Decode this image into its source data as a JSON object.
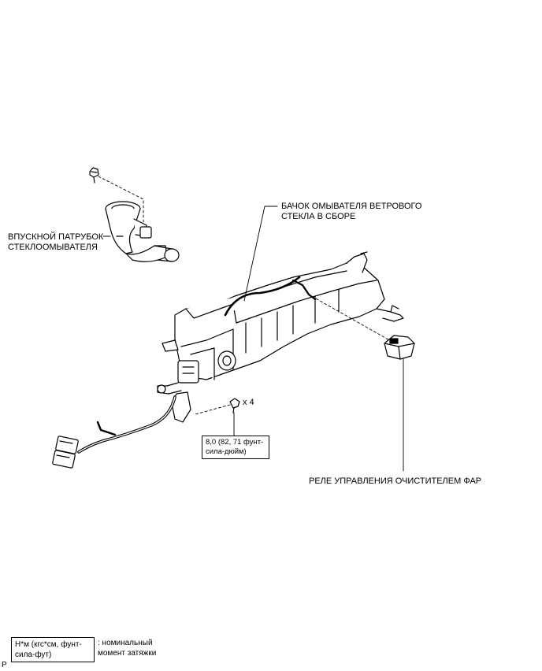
{
  "labels": {
    "tank_line1": "БАЧОК ОМЫВАТЕЛЯ ВЕТРОВОГО",
    "tank_line2": "СТЕКЛА В СБОРЕ",
    "inlet_line1": "ВПУСКНОЙ ПАТРУБОК",
    "inlet_line2": "СТЕКЛООМЫВАТЕЛЯ",
    "relay": "РЕЛЕ УПРАВЛЕНИЯ ОЧИСТИТЕЛЕМ ФАР",
    "bolt_count": "x 4"
  },
  "torque": {
    "line1": "8,0 (82, 71 фунт-",
    "line2": "сила-дюйм)"
  },
  "legend": {
    "unit_line1": "Н*м (кгс*см, фунт-",
    "unit_line2": "сила-фут)",
    "desc_line1": ": номинальный",
    "desc_line2": "момент затяжки"
  },
  "corner_mark": "P"
}
